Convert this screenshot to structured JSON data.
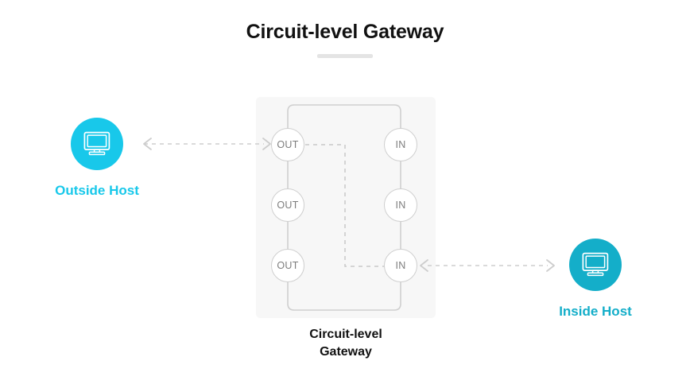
{
  "page": {
    "title": "Circuit-level Gateway",
    "background_color": "#ffffff",
    "title_color": "#111111",
    "rule_color": "#e4e4e4"
  },
  "colors": {
    "outside_host": "#18c8ea",
    "inside_host": "#14aec9",
    "gateway_box": "#f7f7f7",
    "node_stroke": "#cfcfcf",
    "node_text": "#7d7d7d",
    "wire": "#c9c9c9",
    "dashed": "#c9c9c9",
    "arrow": "#cdcdcd"
  },
  "hosts": [
    {
      "id": "outside",
      "label": "Outside Host",
      "icon": "monitor-icon",
      "color": "#18c8ea"
    },
    {
      "id": "inside",
      "label": "Inside Host",
      "icon": "monitor-icon",
      "color": "#14aec9"
    }
  ],
  "gateway": {
    "caption_line1": "Circuit-level",
    "caption_line2": "Gateway",
    "out_ports": [
      {
        "label": "OUT"
      },
      {
        "label": "OUT"
      },
      {
        "label": "OUT"
      }
    ],
    "in_ports": [
      {
        "label": "IN"
      },
      {
        "label": "IN"
      },
      {
        "label": "IN"
      }
    ]
  },
  "connections": [
    {
      "id": "outside-to-out1",
      "from": "Outside Host",
      "to": "OUT",
      "style": "dashed",
      "arrows": "both"
    },
    {
      "id": "in3-to-inside",
      "from": "IN",
      "to": "Inside Host",
      "style": "dashed",
      "arrows": "both"
    },
    {
      "id": "out1-to-in3",
      "from": "OUT",
      "to": "IN",
      "style": "dashed",
      "arrows": "none"
    }
  ]
}
